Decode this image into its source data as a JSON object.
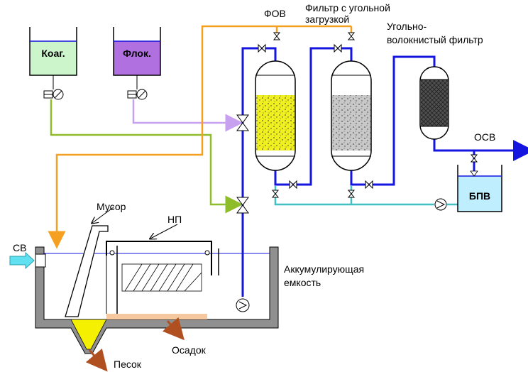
{
  "labels": {
    "fov": "ФОВ",
    "carbon_filter_line1": "Фильтр с угольной",
    "carbon_filter_line2": "загрузкой",
    "fiber_filter_line1": "Угольно-",
    "fiber_filter_line2": "волокнистый фильтр",
    "osv": "ОСВ",
    "coag": "Коаг.",
    "floc": "Флок.",
    "debris": "Мусор",
    "np": "НП",
    "sv": "СВ",
    "storage_line1": "Аккумулирующая",
    "storage_line2": "емкость",
    "sediment": "Осадок",
    "sand": "Песок",
    "bpv": "БПВ"
  },
  "colors": {
    "clean_water_line": "#1515e0",
    "backwash_line": "#40c0c0",
    "coagulant_line": "#8fbd2a",
    "flocculant_line": "#c8a0f0",
    "source_line": "#f5a020",
    "coag_fill": "#ccf5cc",
    "floc_fill": "#b070e0",
    "quartz_load": "#f0f020",
    "carbon_load": "#c8c8c8",
    "fiber_load": "#505050",
    "sludge": "#f5c8a0",
    "sand_fill": "#f5f000",
    "arrow_brown": "#b05020",
    "inlet_arrow": "#60e0f0",
    "tank_wall": "#909090"
  }
}
